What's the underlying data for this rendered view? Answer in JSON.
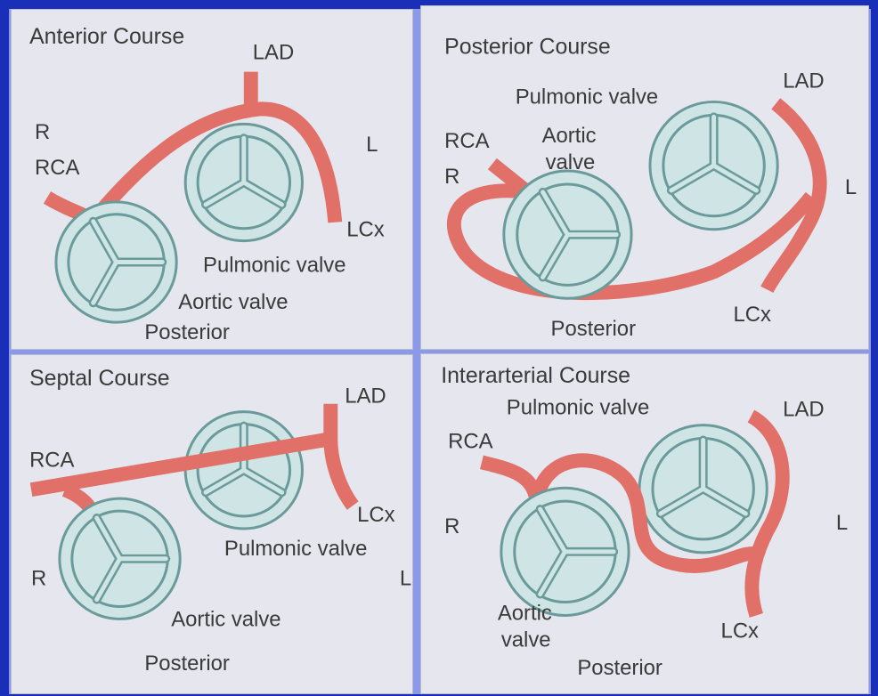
{
  "panels": {
    "anterior": {
      "title": "Anterior Course",
      "lad": "LAD",
      "r": "R",
      "rca": "RCA",
      "l": "L",
      "lcx": "LCx",
      "pulmonic": "Pulmonic valve",
      "aortic": "Aortic valve",
      "posterior": "Posterior"
    },
    "posterior": {
      "title": "Posterior Course",
      "lad": "LAD",
      "pulmonic": "Pulmonic valve",
      "rca": "RCA",
      "aortic1": "Aortic",
      "aortic2": "valve",
      "r": "R",
      "l": "L",
      "lcx": "LCx",
      "posterior": "Posterior"
    },
    "septal": {
      "title": "Septal Course",
      "lad": "LAD",
      "rca": "RCA",
      "lcx": "LCx",
      "pulmonic": "Pulmonic valve",
      "r": "R",
      "l": "L",
      "aortic": "Aortic valve",
      "posterior": "Posterior"
    },
    "interarterial": {
      "title": "Interarterial Course",
      "pulmonic": "Pulmonic valve",
      "lad": "LAD",
      "rca": "RCA",
      "r": "R",
      "l": "L",
      "aortic1": "Aortic",
      "aortic2": "valve",
      "lcx": "LCx",
      "posterior": "Posterior"
    }
  },
  "colors": {
    "artery": "#e07068",
    "valve_fill": "#cfe4e4",
    "valve_stroke": "#6a9a9a",
    "background": "#1a2fb8"
  },
  "icons": [
    "valve-icon",
    "artery-icon"
  ]
}
